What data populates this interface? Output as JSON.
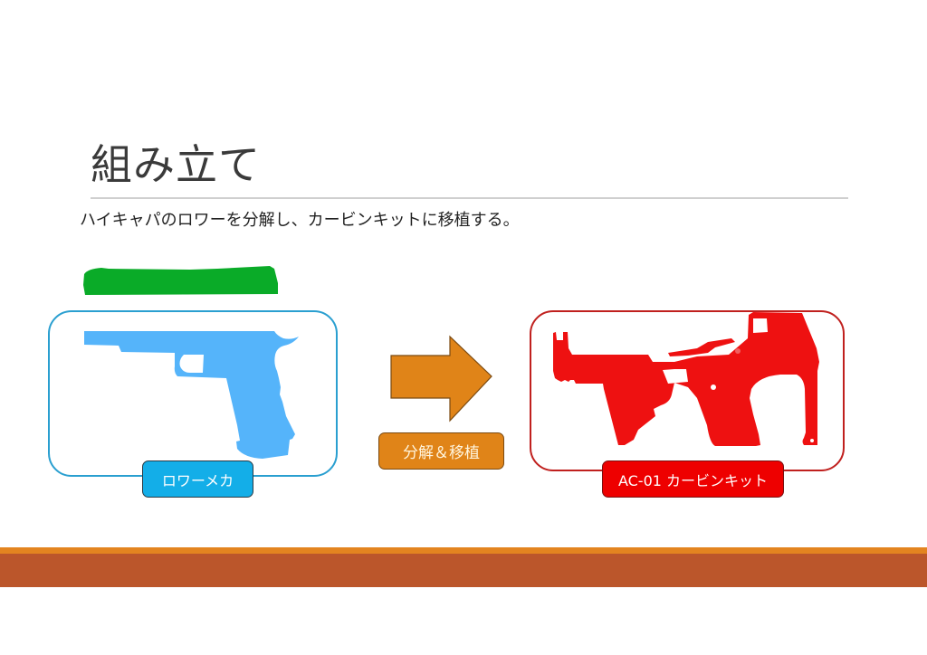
{
  "slide": {
    "title": "組み立て",
    "subtitle": "ハイキャパのロワーを分解し、カービンキットに移植する。"
  },
  "diagram": {
    "left_part": {
      "label": "ロワーメカ",
      "icon": "pistol-lower-silhouette-icon",
      "color": "#55b4fa",
      "border_color": "#2a9fd0"
    },
    "slide_part": {
      "icon": "pistol-slide-silhouette-icon",
      "color": "#0aab28"
    },
    "arrow": {
      "icon": "right-arrow-icon",
      "label": "分解＆移植",
      "color": "#e08418"
    },
    "right_part": {
      "label": "AC-01 カービンキット",
      "icon": "carbine-kit-silhouette-icon",
      "color": "#ee1111",
      "border_color": "#c0201e"
    }
  },
  "theme": {
    "footer_stripe": "#e38420",
    "footer_band": "#bb562b",
    "title_color": "#3a3a3a"
  }
}
